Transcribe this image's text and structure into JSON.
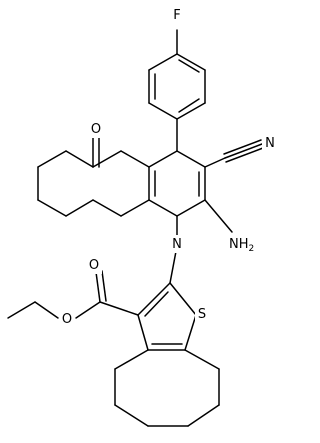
{
  "labels": {
    "fluorine": "F",
    "carbonyl_oxygen": "O",
    "nitrile_nitrogen": "N",
    "ring_nitrogen": "N",
    "amino": "NH",
    "amino_subscript": "2",
    "sulfur": "S",
    "ester_carbonyl_oxygen": "O",
    "ester_ether_oxygen": "O"
  }
}
